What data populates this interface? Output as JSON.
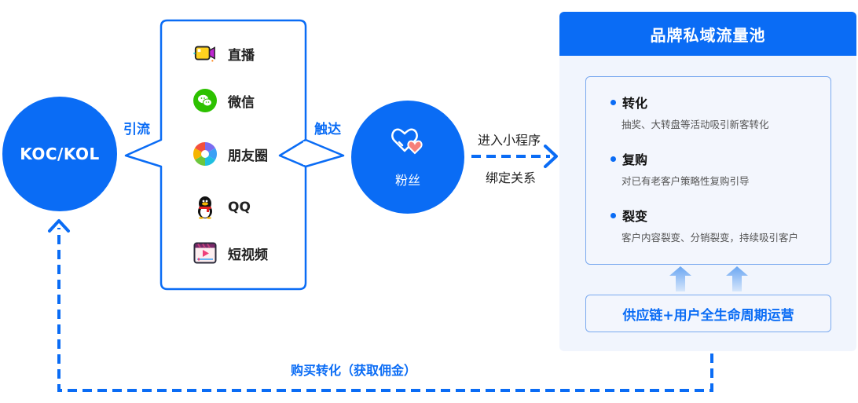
{
  "diagram": {
    "source_node": {
      "label": "KOC/KOL"
    },
    "edge_to_channels": {
      "label": "引流"
    },
    "channels": [
      {
        "label": "直播",
        "icon": "live-camera-icon"
      },
      {
        "label": "微信",
        "icon": "wechat-icon"
      },
      {
        "label": "朋友圈",
        "icon": "moments-aperture-icon"
      },
      {
        "label": "QQ",
        "icon": "qq-penguin-icon"
      },
      {
        "label": "短视频",
        "icon": "short-video-icon"
      }
    ],
    "edge_to_fans": {
      "label": "触达"
    },
    "fans_node": {
      "label": "粉丝",
      "icon": "hearts-icon"
    },
    "edge_to_pool": {
      "label_top": "进入小程序",
      "label_bottom": "绑定关系"
    },
    "pool": {
      "title": "品牌私域流量池",
      "items": [
        {
          "title": "转化",
          "desc": "抽奖、大转盘等活动吸引新客转化"
        },
        {
          "title": "复购",
          "desc": "对已有老客户策略性复购引导"
        },
        {
          "title": "裂变",
          "desc": "客户内容裂变、分销裂变，持续吸引客户"
        }
      ],
      "foundation": "供应链+用户全生命周期运营"
    },
    "feedback_edge": {
      "label": "购买转化（获取佣金）"
    },
    "colors": {
      "primary": "#0a6cf5",
      "pool_bg": "#f1f5fd",
      "inner_border": "#7aa9ef"
    }
  }
}
